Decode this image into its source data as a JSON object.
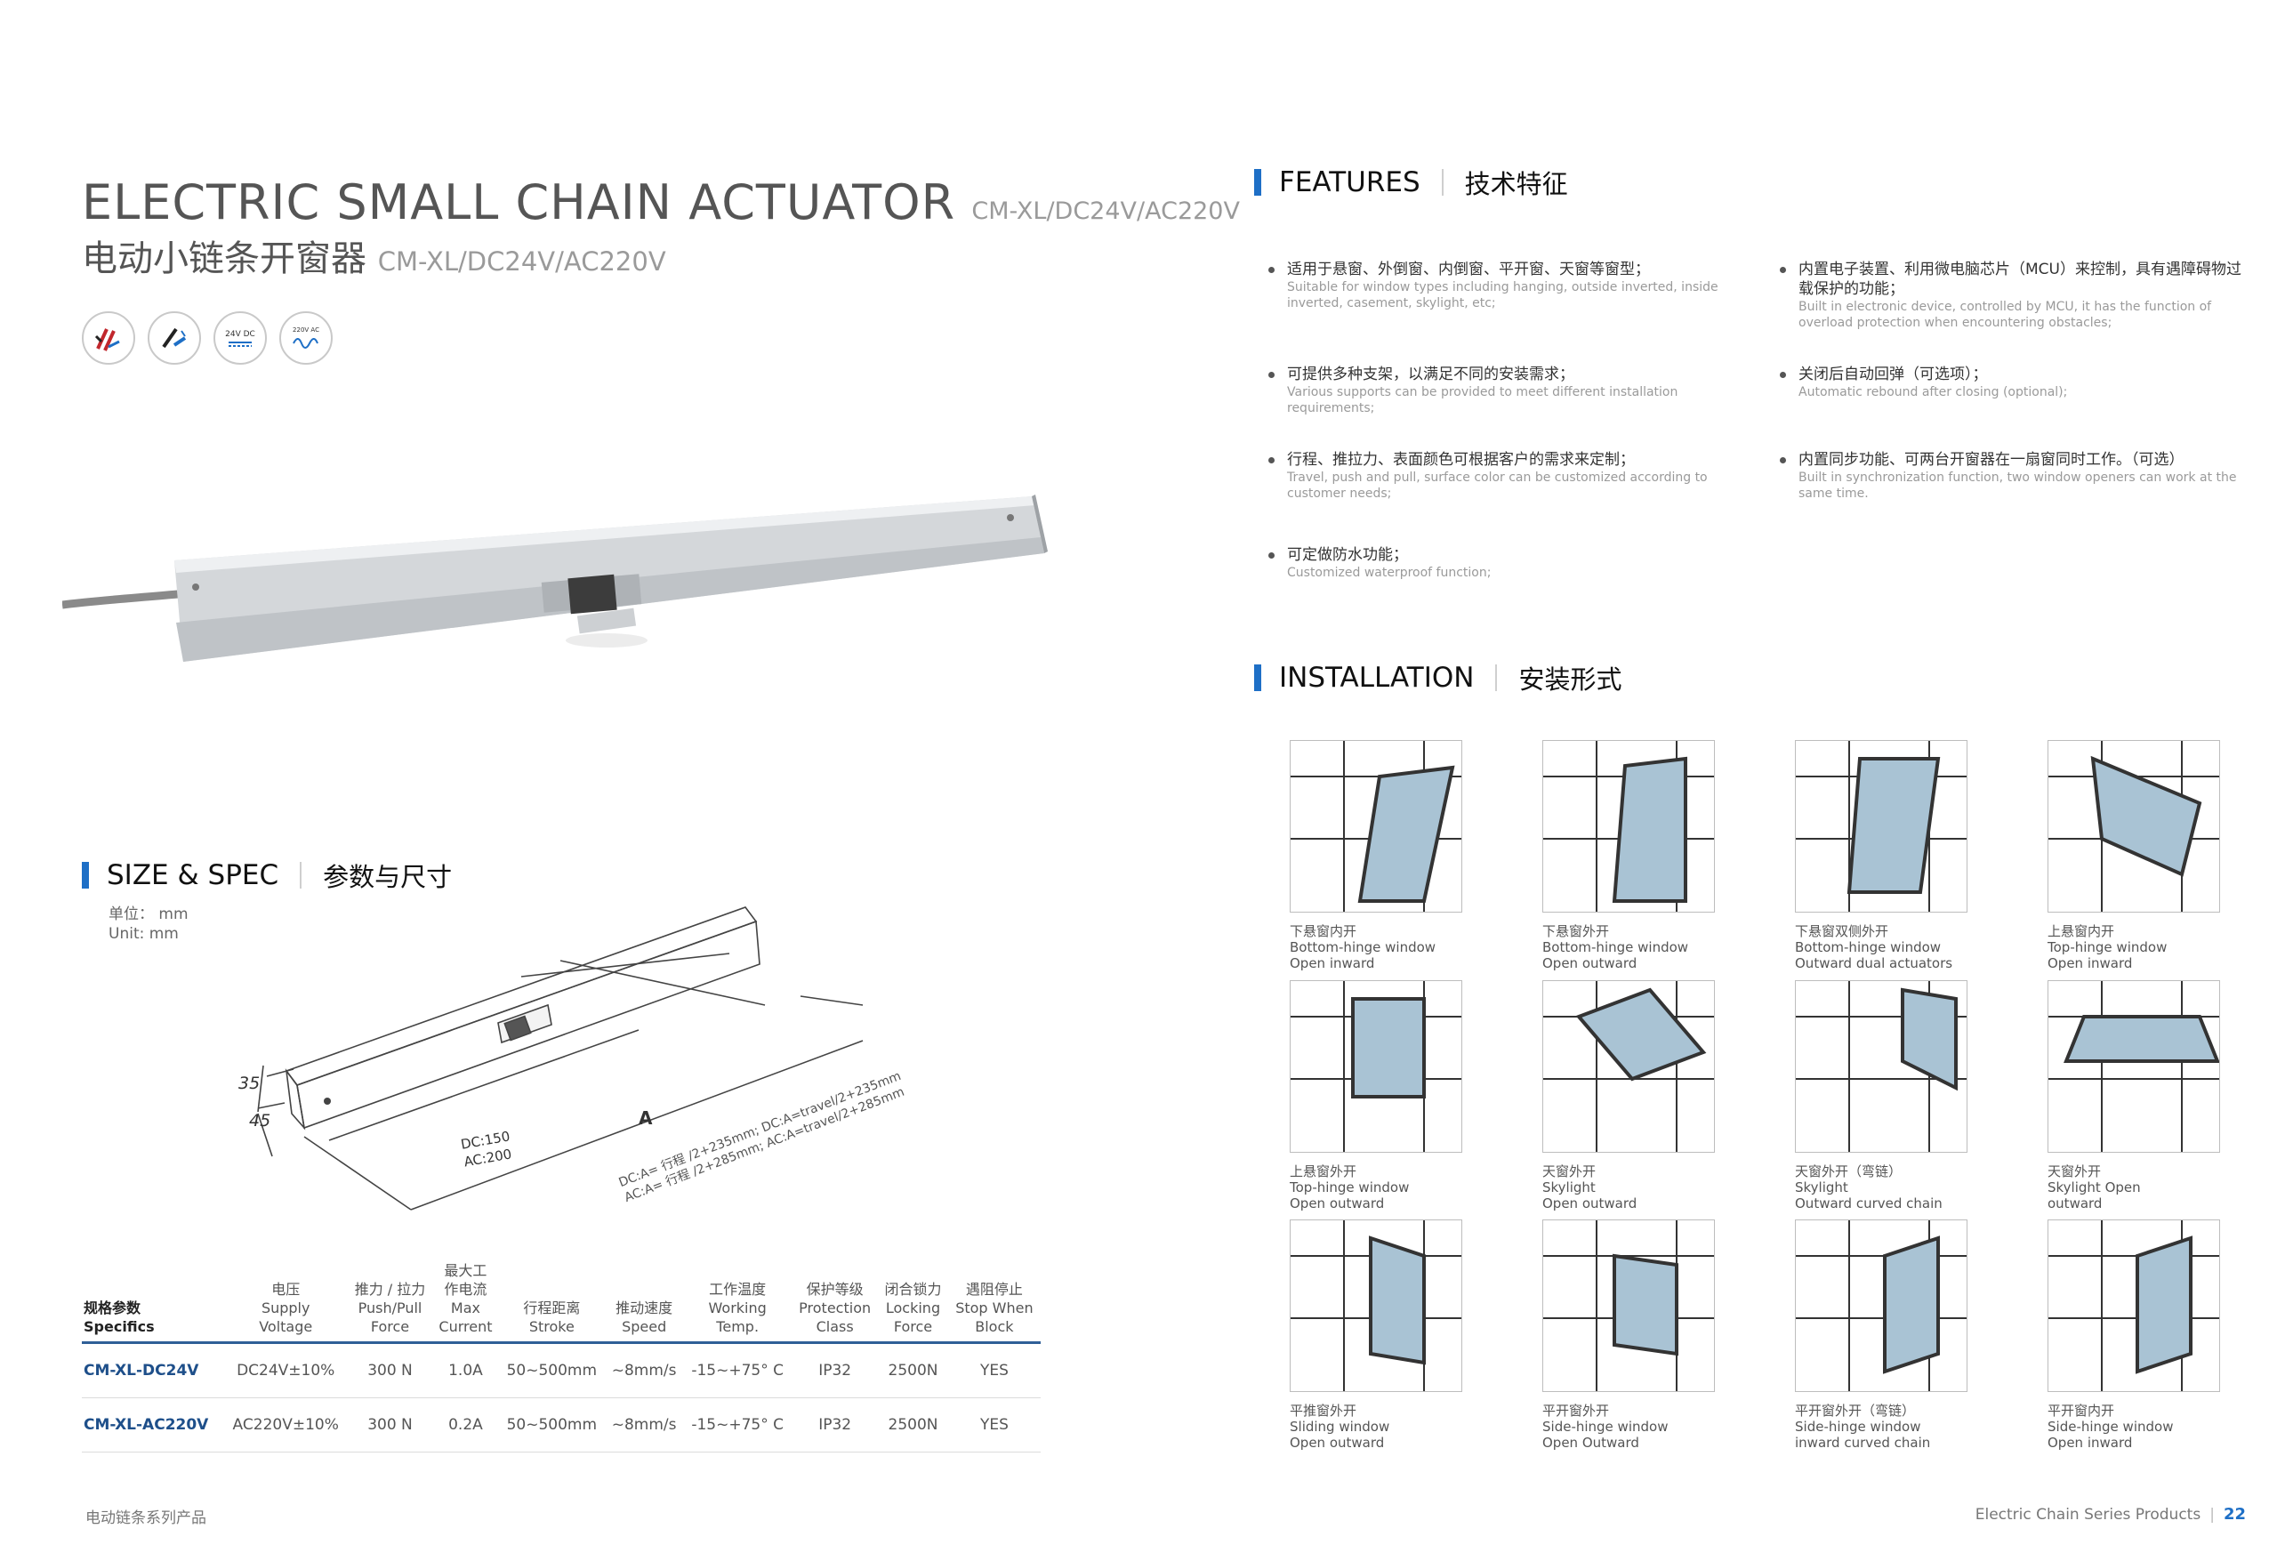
{
  "left_page": {
    "title_en": "ELECTRIC SMALL CHAIN ACTUATOR",
    "title_en_model": "CM-XL/DC24V/AC220V",
    "title_cn": "电动小链条开窗器",
    "title_cn_model": "CM-XL/DC24V/AC220V",
    "badges": [
      {
        "icon": "wind-rain-sensor-icon"
      },
      {
        "icon": "rain-sensor-icon"
      },
      {
        "icon": "dc-power-icon",
        "label": "24V DC"
      },
      {
        "icon": "ac-power-icon",
        "label": "220V AC"
      }
    ],
    "size_spec": {
      "title_en": "SIZE & SPEC",
      "title_cn": "参数与尺寸",
      "unit_cn": "单位：  mm",
      "unit_en": "Unit:    mm"
    },
    "drawing": {
      "dim_35": "35",
      "dim_45": "45",
      "dim_a": "A",
      "dc_label": "DC:150",
      "ac_label": "AC:200",
      "note_dc": "DC:A= 行程 /2+235mm; DC:A=travel/2+235mm",
      "note_ac": "AC:A= 行程 /2+285mm; AC:A=travel/2+285mm"
    },
    "table": {
      "headers": [
        {
          "cn": "规格参数",
          "en": "Specifics"
        },
        {
          "cn": "电压",
          "en": "Supply\nVoltage"
        },
        {
          "cn": "推力 / 拉力",
          "en": "Push/Pull\nForce"
        },
        {
          "cn": "最大工\n作电流",
          "en": "Max\nCurrent"
        },
        {
          "cn": "行程距离",
          "en": "Stroke"
        },
        {
          "cn": "推动速度",
          "en": "Speed"
        },
        {
          "cn": "工作温度",
          "en": "Working\nTemp."
        },
        {
          "cn": "保护等级",
          "en": "Protection\nClass"
        },
        {
          "cn": "闭合锁力",
          "en": "Locking\nForce"
        },
        {
          "cn": "遇阻停止",
          "en": "Stop When\nBlock"
        }
      ],
      "rows": [
        [
          "CM-XL-DC24V",
          "DC24V±10%",
          "300 N",
          "1.0A",
          "50~500mm",
          "~8mm/s",
          "-15~+75° C",
          "IP32",
          "2500N",
          "YES"
        ],
        [
          "CM-XL-AC220V",
          "AC220V±10%",
          "300 N",
          "0.2A",
          "50~500mm",
          "~8mm/s",
          "-15~+75° C",
          "IP32",
          "2500N",
          "YES"
        ]
      ]
    },
    "footer": "电动链条系列产品"
  },
  "right_page": {
    "features": {
      "title_en": "FEATURES",
      "title_cn": "技术特征",
      "items": [
        {
          "cn": "适用于悬窗、外倒窗、内倒窗、平开窗、天窗等窗型；",
          "en": "Suitable for window types including hanging, outside inverted, inside inverted, casement, skylight, etc;"
        },
        {
          "cn": "内置电子装置、利用微电脑芯片（MCU）来控制，具有遇障碍物过载保护的功能；",
          "en": "Built in electronic device, controlled by MCU, it has the function of overload protection when encountering obstacles;"
        },
        {
          "cn": "可提供多种支架，以满足不同的安装需求；",
          "en": "Various supports can be provided to meet different installation requirements;"
        },
        {
          "cn": "关闭后自动回弹（可选项）；",
          "en": "Automatic rebound after closing (optional);"
        },
        {
          "cn": "行程、推拉力、表面颜色可根据客户的需求来定制；",
          "en": "Travel, push and pull, surface color can be customized according to customer needs;"
        },
        {
          "cn": "内置同步功能、可两台开窗器在一扇窗同时工作。（可选）",
          "en": "Built in synchronization function, two window openers can work at the same time."
        },
        {
          "cn": "可定做防水功能；",
          "en": "Customized waterproof function;"
        }
      ]
    },
    "installation": {
      "title_en": "INSTALLATION",
      "title_cn": "安装形式",
      "items": [
        {
          "cn": "下悬窗内开",
          "en1": "Bottom-hinge window",
          "en2": "Open inward",
          "icon": "bottom-hinge-inward-icon"
        },
        {
          "cn": "下悬窗外开",
          "en1": "Bottom-hinge window",
          "en2": "Open outward",
          "icon": "bottom-hinge-outward-icon"
        },
        {
          "cn": "下悬窗双侧外开",
          "en1": "Bottom-hinge window",
          "en2": "Outward dual actuators",
          "icon": "bottom-hinge-dual-icon"
        },
        {
          "cn": "上悬窗内开",
          "en1": "Top-hinge window",
          "en2": "Open inward",
          "icon": "top-hinge-inward-icon"
        },
        {
          "cn": "上悬窗外开",
          "en1": "Top-hinge window",
          "en2": "Open outward",
          "icon": "top-hinge-outward-icon"
        },
        {
          "cn": "天窗外开",
          "en1": "Skylight",
          "en2": "Open outward",
          "icon": "skylight-outward-icon"
        },
        {
          "cn": "天窗外开（弯链）",
          "en1": "Skylight",
          "en2": "Outward curved chain",
          "icon": "skylight-curved-chain-icon"
        },
        {
          "cn": "天窗外开",
          "en1": "Skylight Open",
          "en2": "outward",
          "icon": "skylight-open-outward-icon"
        },
        {
          "cn": "平推窗外开",
          "en1": "Sliding window",
          "en2": "Open outward",
          "icon": "sliding-window-outward-icon"
        },
        {
          "cn": "平开窗外开",
          "en1": "Side-hinge window",
          "en2": "Open Outward",
          "icon": "side-hinge-outward-icon"
        },
        {
          "cn": "平开窗外开（弯链）",
          "en1": "Side-hinge window",
          "en2": "inward  curved chain",
          "icon": "side-hinge-curved-chain-icon"
        },
        {
          "cn": "平开窗内开",
          "en1": "Side-hinge window",
          "en2": "Open inward",
          "icon": "side-hinge-inward-icon"
        }
      ]
    },
    "footer_text": "Electric Chain Series Products",
    "page_number": "22"
  },
  "colors": {
    "accent": "#1e6fc6",
    "table_rule": "#2f5f97",
    "glass": "#a9c3d4"
  }
}
